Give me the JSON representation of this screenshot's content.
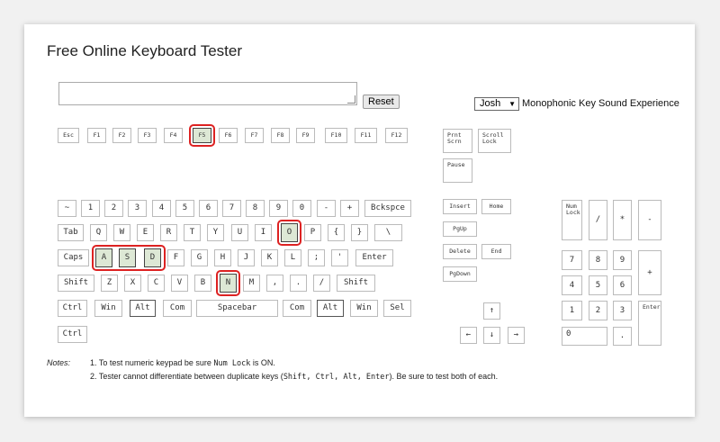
{
  "title": "Free Online Keyboard Tester",
  "reset_label": "Reset",
  "user_select": "Josh",
  "sound_label": "Monophonic Key Sound Experience",
  "keys": {
    "esc": "Esc",
    "f1": "F1",
    "f2": "F2",
    "f3": "F3",
    "f4": "F4",
    "f5": "F5",
    "f6": "F6",
    "f7": "F7",
    "f8": "F8",
    "f9": "F9",
    "f10": "F10",
    "f11": "F11",
    "f12": "F12",
    "prnt": "Prnt Scrn",
    "scroll": "Scroll Lock",
    "pause": "Pause",
    "tilde": "~",
    "d1": "1",
    "d2": "2",
    "d3": "3",
    "d4": "4",
    "d5": "5",
    "d6": "6",
    "d7": "7",
    "d8": "8",
    "d9": "9",
    "d0": "0",
    "minus": "-",
    "plus": "+",
    "bksp": "Bckspce",
    "tab": "Tab",
    "q": "Q",
    "w": "W",
    "e": "E",
    "r": "R",
    "t": "T",
    "y": "Y",
    "u": "U",
    "i": "I",
    "o": "O",
    "p": "P",
    "lbrace": "{",
    "rbrace": "}",
    "bslash": "\\",
    "caps": "Caps",
    "a": "A",
    "s": "S",
    "d": "D",
    "f": "F",
    "g": "G",
    "h": "H",
    "j": "J",
    "k": "K",
    "l": "L",
    "semi": ";",
    "quote": "'",
    "enter": "Enter",
    "shiftl": "Shift",
    "z": "Z",
    "x": "X",
    "c": "C",
    "v": "V",
    "b": "B",
    "n": "N",
    "m": "M",
    "comma": ",",
    "period": ".",
    "slash": "/",
    "shiftr": "Shift",
    "ctrll": "Ctrl",
    "winl": "Win",
    "altl": "Alt",
    "coml": "Com",
    "space": "Spacebar",
    "comr": "Com",
    "altr": "Alt",
    "winr": "Win",
    "sel": "Sel",
    "ctrl2": "Ctrl",
    "insert": "Insert",
    "home": "Home",
    "pgup": "PgUp",
    "delete": "Delete",
    "end": "End",
    "pgdown": "PgDown",
    "up": "↑",
    "left": "←",
    "down": "↓",
    "right": "→",
    "numlock": "Num Lock",
    "ndiv": "/",
    "nmul": "*",
    "nminus": "-",
    "n7": "7",
    "n8": "8",
    "n9": "9",
    "nplus": "+",
    "n4": "4",
    "n5": "5",
    "n6": "6",
    "n1": "1",
    "n2": "2",
    "n3": "3",
    "nenter": "Enter",
    "n0": "0",
    "ndot": "."
  },
  "notes": {
    "label": "Notes:",
    "n1_a": "1. To test numeric keypad be sure ",
    "n1_code": "Num Lock",
    "n1_b": " is ON.",
    "n2_a": "2. Tester cannot differentiate between duplicate keys (",
    "n2_code": "Shift, Ctrl, Alt, Enter",
    "n2_b": "). Be sure to test both of each."
  }
}
